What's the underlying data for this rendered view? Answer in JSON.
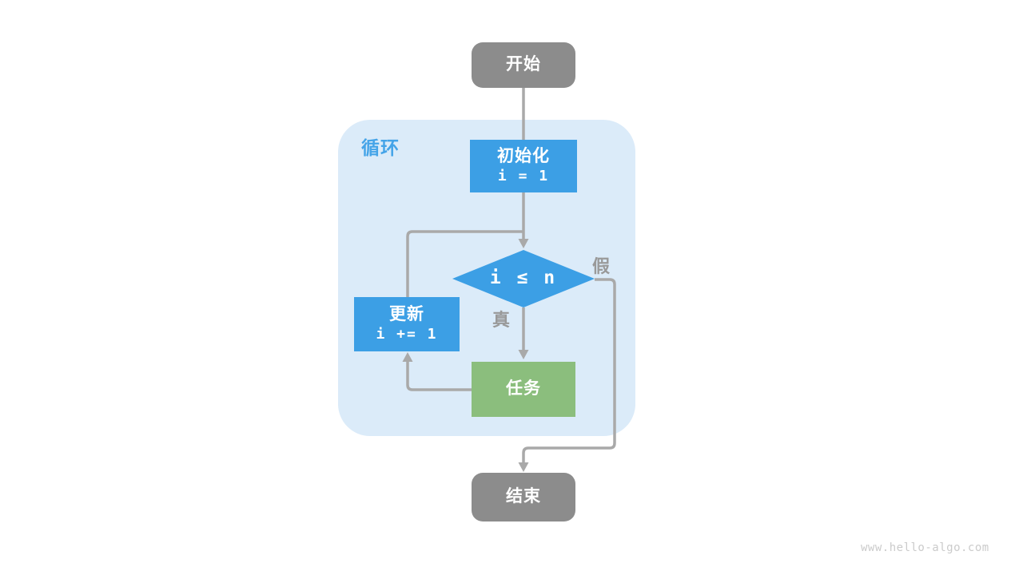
{
  "page": {
    "watermark": "www.hello-algo.com"
  },
  "diagram": {
    "type": "flowchart",
    "loop_label": "循环",
    "nodes": {
      "start": {
        "label": "开始"
      },
      "init": {
        "label": "初始化",
        "code": "i = 1"
      },
      "condition": {
        "label": "i ≤ n"
      },
      "task": {
        "label": "任务"
      },
      "update": {
        "label": "更新",
        "code": "i += 1"
      },
      "end": {
        "label": "结束"
      }
    },
    "edges": {
      "true_label": "真",
      "false_label": "假"
    },
    "colors": {
      "terminal_fill": "#8C8C8C",
      "process_fill": "#3C9FE5",
      "task_fill": "#8BBE7D",
      "loop_bg": "#DBEBF9",
      "loop_label": "#45A4E8",
      "line": "#A9A9A9",
      "edge_label": "#999999",
      "node_text": "#FFFFFF",
      "watermark": "#CBCBCB"
    }
  }
}
